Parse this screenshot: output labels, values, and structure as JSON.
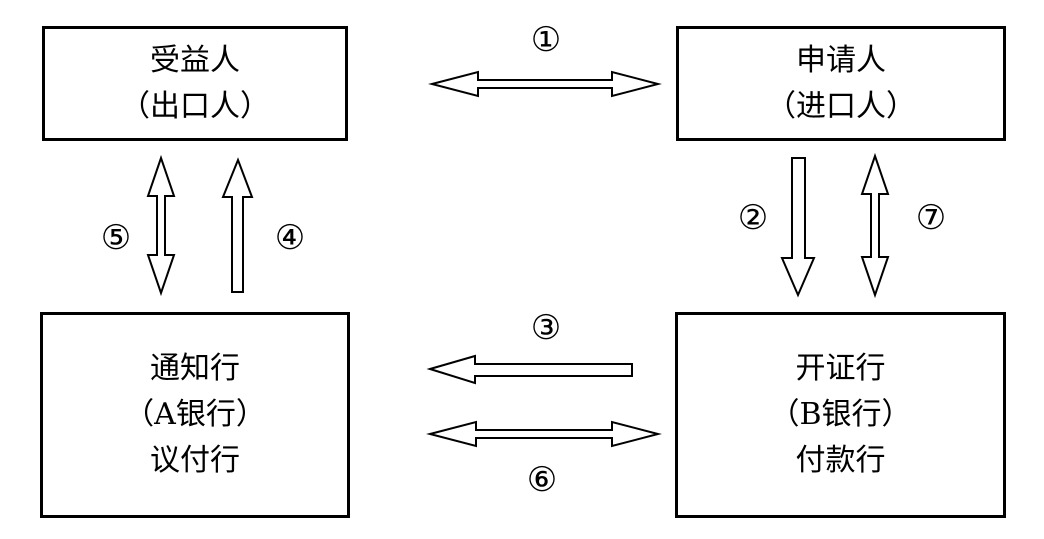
{
  "boxes": {
    "beneficiary": {
      "line1": "受益人",
      "line2": "（出口人）"
    },
    "applicant": {
      "line1": "申请人",
      "line2": "（进口人）"
    },
    "advising": {
      "line1": "通知行",
      "line2": "（A银行）",
      "line3": "议付行"
    },
    "issuing": {
      "line1": "开证行",
      "line2": "（B银行）",
      "line3": "付款行"
    }
  },
  "steps": [
    "①",
    "②",
    "③",
    "④",
    "⑤",
    "⑥",
    "⑦"
  ]
}
